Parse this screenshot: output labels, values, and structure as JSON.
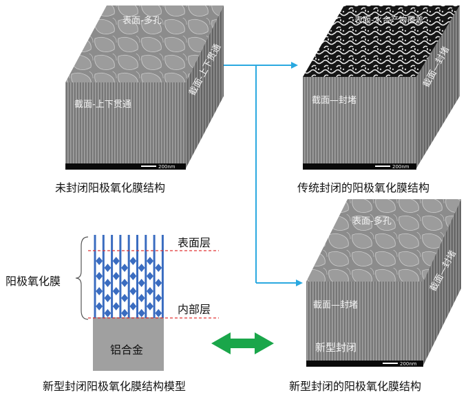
{
  "blocks": {
    "unsealed": {
      "top_label": "表面-多孔",
      "front_label": "截面-上下贯通",
      "side_label": "截面-上下贯通",
      "scale": "200nm",
      "caption": "未封闭阳极氧化膜结构"
    },
    "traditional": {
      "top_label": "表面-水合产物覆盖",
      "front_label": "截面—封堵",
      "side_label": "截面—封堵",
      "scale": "200nm",
      "caption": "传统封闭的阳极氧化膜结构"
    },
    "novel": {
      "top_label": "表面-多孔",
      "front_label": "截面—封堵",
      "side_label": "截面—封堵",
      "badge": "新型封闭",
      "scale": "200nm",
      "caption": "新型封闭的阳极氧化膜结构"
    }
  },
  "model": {
    "surface_layer": "表面层",
    "inner_layer": "内部层",
    "film_label": "阳极氧化膜",
    "substrate_label": "铝合金",
    "caption": "新型封闭阳极氧化膜结构模型"
  },
  "colors": {
    "connector": "#29a8e0",
    "double_arrow": "#1aa64a",
    "dashed_line": "#e03030",
    "pore_blue": "#3a6cc0",
    "substrate": "#a0a0a0"
  }
}
